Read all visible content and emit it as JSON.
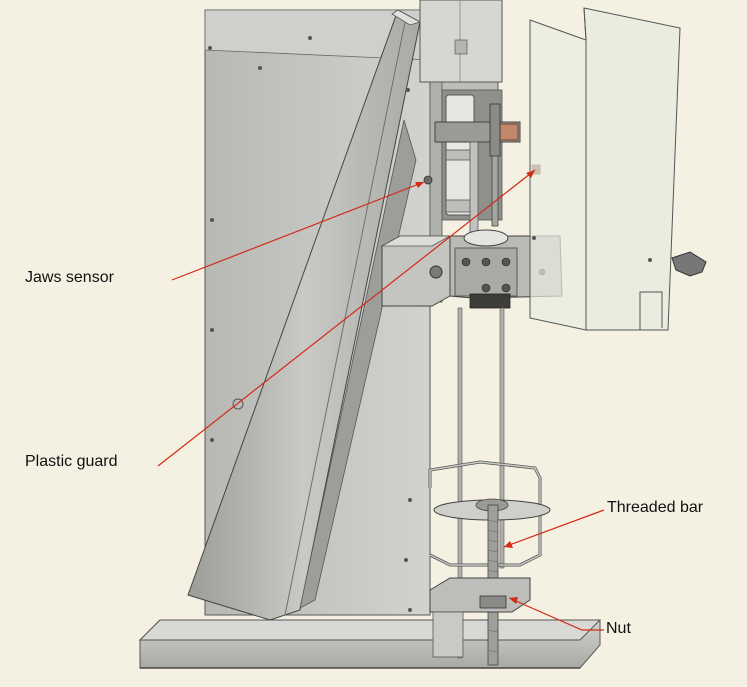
{
  "labels": {
    "jaws_sensor": "Jaws sensor",
    "plastic_guard": "Plastic guard",
    "threaded_bar": "Threaded bar",
    "nut": "Nut"
  },
  "colors": {
    "background": "#f4f1e2",
    "leader_line": "#d42a16",
    "metal": "#c7c7c4",
    "metal_dark": "#8e8e8b",
    "guard": "#e6e9e0"
  }
}
